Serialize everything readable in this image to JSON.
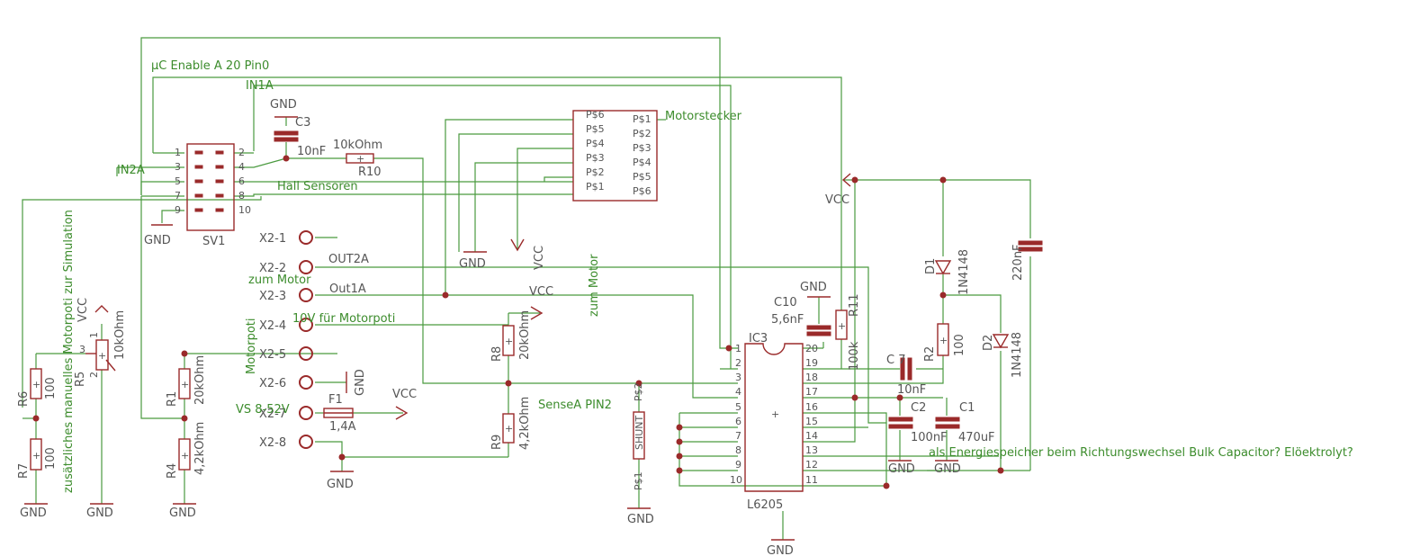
{
  "colors": {
    "wire": "#4a9a3f",
    "part": "#9a2a2a",
    "text": "#555555",
    "net_label": "#3c8c2c"
  },
  "net_labels": {
    "enable": "µC Enable A 20 Pin0",
    "in1a": "IN1A",
    "in2a": "IN2A",
    "hall": "Hall Sensoren",
    "motorstecker": "Motorstecker",
    "out2a": "OUT2A",
    "out1a": "Out1A",
    "zum_motor_1": "zum Motor",
    "zum_motor_2": "zum Motor",
    "motorpoti_10v": "10V für Motorpoti",
    "motorpoti": "Motorpoti",
    "vs": "VS 8-52V",
    "sense": "SenseA PIN2",
    "manual_poti": "zusätzliches manuelles Motorpoti zur Simulation",
    "bulk_note": "als Energiespeicher beim Richtungswechsel Bulk Capacitor? Elöektrolyt?"
  },
  "supply": {
    "gnd": "GND",
    "vcc": "VCC"
  },
  "parts": {
    "sv1": {
      "name": "SV1",
      "left_pins": [
        "1",
        "3",
        "5",
        "7",
        "9"
      ],
      "right_pins": [
        "2",
        "4",
        "6",
        "8",
        "10"
      ]
    },
    "c3": {
      "name": "C3",
      "value": "10nF"
    },
    "r10": {
      "name": "R10",
      "value": "10kOhm"
    },
    "motor_conn": {
      "left": [
        "P$6",
        "P$5",
        "P$4",
        "P$3",
        "P$2",
        "P$1"
      ],
      "right": [
        "P$1",
        "P$2",
        "P$3",
        "P$4",
        "P$5",
        "P$6"
      ]
    },
    "x2": [
      "X2-1",
      "X2-2",
      "X2-3",
      "X2-4",
      "X2-5",
      "X2-6",
      "X2-7",
      "X2-8"
    ],
    "f1": {
      "name": "F1",
      "value": "1,4A"
    },
    "r8": {
      "name": "R8",
      "value": "20kOhm"
    },
    "r9": {
      "name": "R9",
      "value": "4,2kOhm"
    },
    "r1": {
      "name": "R1",
      "value": "20kOhm"
    },
    "r4": {
      "name": "R4",
      "value": "4,2kOhm"
    },
    "r5": {
      "name": "R5",
      "value": "10kOhm"
    },
    "r6": {
      "name": "R6",
      "value": "100"
    },
    "r7": {
      "name": "R7",
      "value": "100"
    },
    "shunt": {
      "name": "SHUNT",
      "pin_top": "P$2",
      "pin_bottom": "P$1"
    },
    "ic3": {
      "name": "IC3",
      "value": "L6205",
      "left_pins": [
        "1",
        "2",
        "3",
        "4",
        "5",
        "6",
        "7",
        "8",
        "9",
        "10"
      ],
      "right_pins": [
        "20",
        "19",
        "18",
        "17",
        "16",
        "15",
        "14",
        "13",
        "12",
        "11"
      ]
    },
    "c10": {
      "name": "C10",
      "value": "5,6nF"
    },
    "r11": {
      "name": "R11",
      "value": "100k"
    },
    "c7": {
      "name": "C 7",
      "value": "10nF"
    },
    "r2": {
      "name": "R2",
      "value": "100"
    },
    "c2": {
      "name": "C2",
      "value": "100nF"
    },
    "c1": {
      "name": "C1",
      "value": "470uF"
    },
    "d1": {
      "name": "D1",
      "value": "1N4148"
    },
    "d2": {
      "name": "D2",
      "value": "1N4148"
    },
    "c_bulk": {
      "value": "220nF"
    }
  },
  "pin_numbers": {
    "r5_1": "1",
    "r5_2": "2",
    "r5_3": "3"
  }
}
